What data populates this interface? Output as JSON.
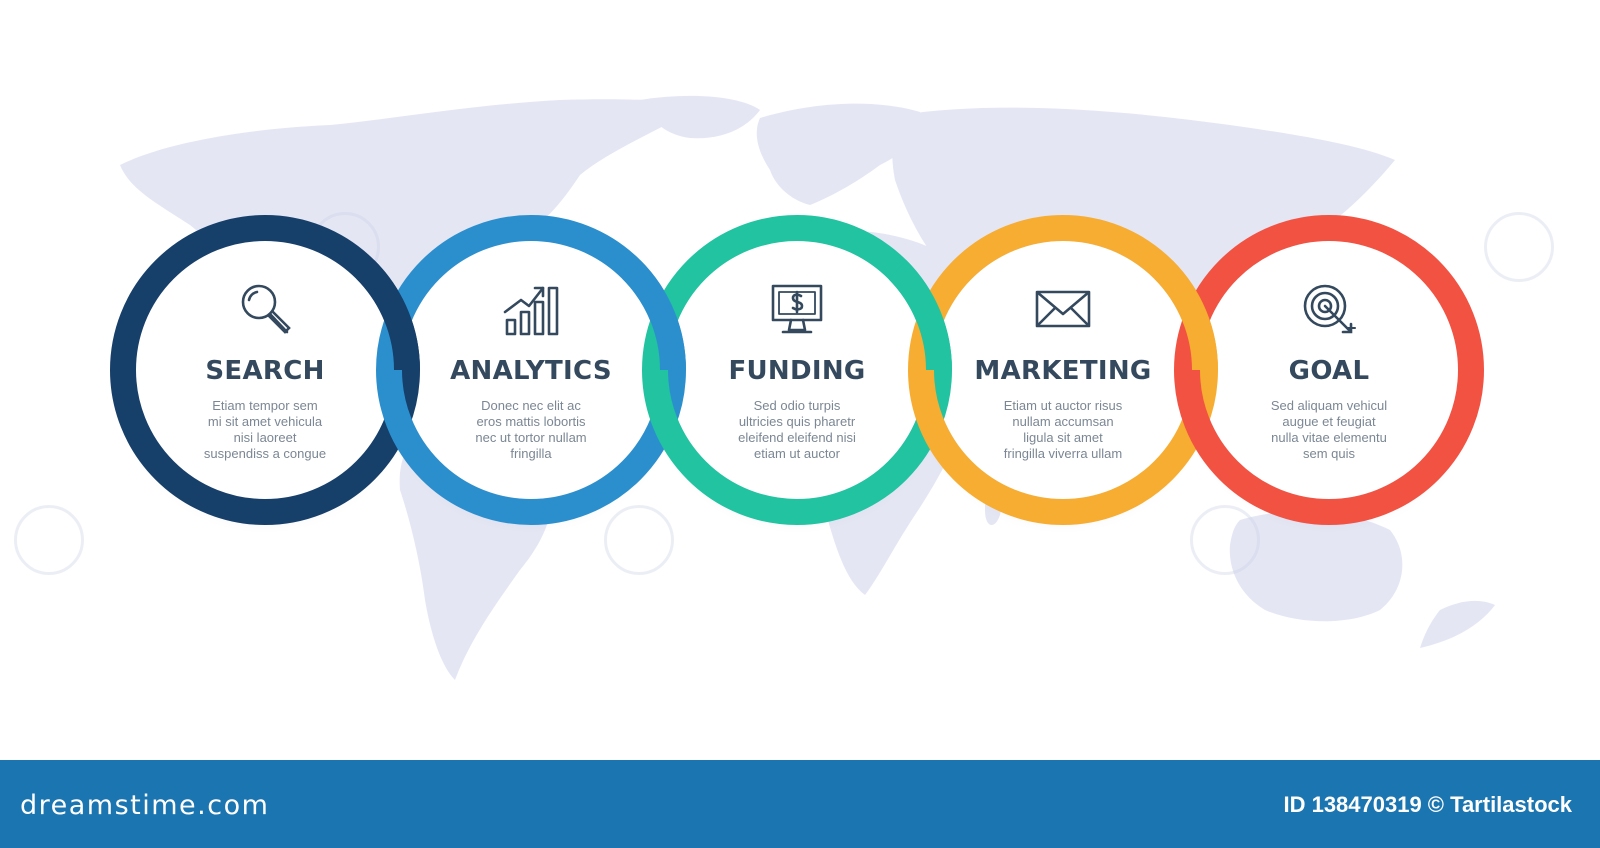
{
  "steps": [
    {
      "title": "SEARCH",
      "icon": "magnifier-icon",
      "color": "#163f6a",
      "desc": [
        "Etiam tempor sem",
        "mi sit amet vehicula",
        "nisi laoreet",
        "suspendiss a congue"
      ]
    },
    {
      "title": "ANALYTICS",
      "icon": "growth-chart-icon",
      "color": "#2b8fce",
      "desc": [
        "Donec nec elit ac",
        "eros mattis lobortis",
        "nec ut tortor nullam",
        "fringilla"
      ]
    },
    {
      "title": "FUNDING",
      "icon": "dollar-monitor-icon",
      "color": "#21c3a0",
      "desc": [
        "Sed odio turpis",
        "ultricies quis pharetr",
        "eleifend eleifend nisi",
        "etiam ut auctor"
      ]
    },
    {
      "title": "MARKETING",
      "icon": "envelope-icon",
      "color": "#f7ad31",
      "desc": [
        "Etiam ut auctor risus",
        "nullam accumsan",
        "ligula sit amet",
        "fringilla viverra ullam"
      ]
    },
    {
      "title": "GOAL",
      "icon": "target-arrow-icon",
      "color": "#f25242",
      "desc": [
        "Sed aliquam vehicul",
        "augue et feugiat",
        "nulla vitae elementu",
        "sem quis"
      ]
    }
  ],
  "colors": {
    "map": "#e4e6f4",
    "text_title": "#34495e",
    "text_desc": "#7b8794",
    "footer": "#1b75b1"
  },
  "footer": {
    "brand": "dreamstime.com",
    "credit": "ID 138470319 © Tartilastock"
  }
}
